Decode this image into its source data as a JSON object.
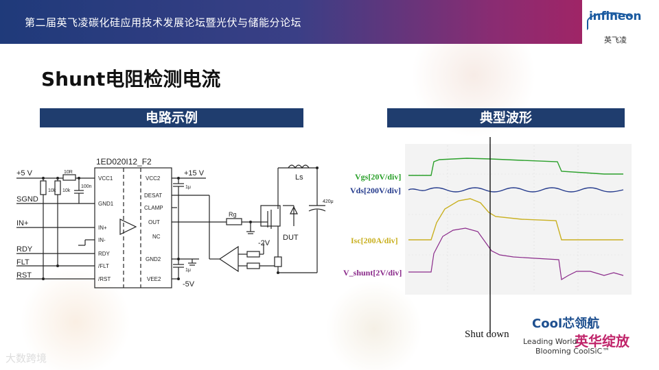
{
  "header": {
    "event_title": "第二届英飞凌碳化硅应用技术发展论坛暨光伏与储能分论坛",
    "logo_text": "infineon",
    "logo_cn": "英飞凌"
  },
  "title": "Shunt电阻检测电流",
  "sections": {
    "left": "电路示例",
    "right": "典型波形"
  },
  "circuit": {
    "chip_name": "1ED020I12_F2",
    "left_pins": [
      "VCC1",
      "GND1",
      "IN+",
      "IN-",
      "RDY",
      "/FLT",
      "/RST"
    ],
    "right_pins": [
      "VCC2",
      "DESAT",
      "CLAMP",
      "OUT",
      "NC",
      "GND2",
      "VEE2"
    ],
    "signals": [
      "+5 V",
      "SGND",
      "IN+",
      "RDY",
      "FLT",
      "RST"
    ],
    "res_10r": "10R",
    "res_10k_a": "10k",
    "res_10k_b": "10k",
    "cap_100n": "100n",
    "cap_1u_a": "1μ",
    "cap_1u_b": "1μ",
    "plus15": "+15 V",
    "minus5": "-5V",
    "rg": "Rg",
    "minus2": "-2V",
    "ls": "Ls",
    "dut": "DUT",
    "cap_420": "420μ"
  },
  "waveforms": {
    "labels": [
      "Vgs[20V/div]",
      "Vds[200V/div]",
      "Isc[200A/div]",
      "V_shunt[2V/div]"
    ],
    "colors": [
      "#2aa02a",
      "#243a8c",
      "#c9b020",
      "#8a2a8a"
    ],
    "shut_down": "Shut down"
  },
  "branding": {
    "cool_title": "Cool芯领航",
    "cool_sub": "英华绽放",
    "line1": "Leading World",
    "line2": "Blooming CoolSiC™"
  },
  "watermark": "大数跨境"
}
